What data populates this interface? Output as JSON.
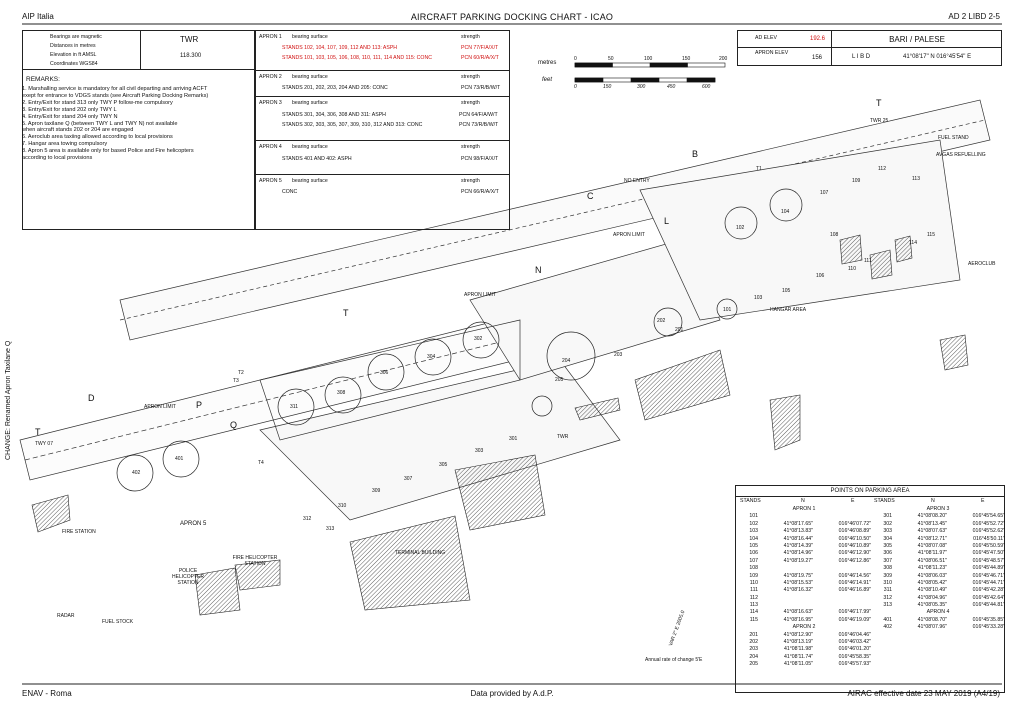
{
  "header": {
    "left": "AIP Italia",
    "title": "AIRCRAFT PARKING DOCKING CHART - ICAO",
    "right": "AD 2 LIBD 2-5"
  },
  "footer": {
    "left": "ENAV - Roma",
    "center": "Data provided by A.d.P.",
    "right": "AIRAC effective date 23 MAY 2019 (A4/19)"
  },
  "side_note": "CHANGE: Renamed Apron Taxilane Q",
  "info": {
    "lines": [
      "Bearings are magnetic",
      "Distances in metres",
      "Elevation in  ft  AMSL",
      "Coordinates WGS84"
    ],
    "twr_label": "TWR",
    "twr_freq": "118.300"
  },
  "remarks": {
    "title": "REMARKS:",
    "items": [
      "1. Marshalling service is mandatory for all civil departing and arriving ACFT",
      "    exept for entrance to VDGS stands (see Aircraft Parking Docking Remarks)",
      "2. Entry/Exit for stand 313 only TWY P follow-me compulsory",
      "3. Entry/Exit for stand 202 only TWY L",
      "4. Entry/Exit for stand 204 only TWY N",
      "5. Apron taxilane Q (between TWY L and TWY N) not available",
      "    when aircraft stands 202 or 204 are engaged",
      "6. Aeroclub area taxiing allowed according to local provisions",
      "7. Hangar area towing compulsory",
      "8. Apron 5 area is available only for based Police and Fire helicopters",
      "    according to local provisions"
    ]
  },
  "aprons": [
    {
      "name": "APRON 1",
      "surface": "bearing surface",
      "strength": "strength",
      "lines": [
        {
          "text": "STANDS 102, 104, 107, 109, 112 AND 113: ASPH",
          "pcn": "PCN 77/F/A/X/T",
          "red": true
        },
        {
          "text": "STANDS 101, 103, 105, 106, 108, 110, 111, 114 AND 115: CONC",
          "pcn": "PCN 60/R/A/X/T",
          "red": true
        }
      ]
    },
    {
      "name": "APRON 2",
      "surface": "bearing surface",
      "strength": "strength",
      "lines": [
        {
          "text": "STANDS 201, 202, 203, 204 AND 205: CONC",
          "pcn": "PCN 73/R/B/W/T",
          "red": false
        }
      ]
    },
    {
      "name": "APRON 3",
      "surface": "bearing surface",
      "strength": "strength",
      "lines": [
        {
          "text": "STANDS 301, 304, 306, 308 AND 311: ASPH",
          "pcn": "PCN  64/F/A/W/T",
          "red": false
        },
        {
          "text": "STANDS 302, 303, 305, 307, 309, 310, 312 AND 313: CONC",
          "pcn": "PCN  73/R/B/W/T",
          "red": false
        }
      ]
    },
    {
      "name": "APRON 4",
      "surface": "bearing surface",
      "strength": "strength",
      "lines": [
        {
          "text": "STANDS 401 AND 402: ASPH",
          "pcn": "PCN 98/F/A/X/T",
          "red": false
        }
      ]
    },
    {
      "name": "APRON 5",
      "surface": "bearing surface",
      "strength": "strength",
      "lines": [
        {
          "text": "CONC",
          "pcn": "PCN 66/R/A/X/T",
          "red": false
        }
      ]
    }
  ],
  "aerodrome": {
    "ad_elev_label": "AD ELEV",
    "ad_elev": "192.6",
    "apron_elev_label": "APRON ELEV",
    "apron_elev": "156",
    "name": "BARI / PALESE",
    "icao": "L I B D",
    "coords": "41°08'17\" N   016°45'54\" E"
  },
  "scale": {
    "metres_label": "metres",
    "feet_label": "feet",
    "metres_ticks": [
      "0",
      "50",
      "100",
      "150",
      "200"
    ],
    "feet_ticks": [
      "0",
      "150",
      "300",
      "450",
      "600"
    ]
  },
  "map_labels": {
    "letters": [
      "T",
      "T",
      "B",
      "C",
      "L",
      "N",
      "P",
      "D",
      "T",
      "Q"
    ],
    "twy_labels": [
      "TWR 25",
      "T1",
      "T2",
      "T3",
      "T4",
      "TWY 07"
    ],
    "areas": [
      "APRON LIMIT",
      "APRON LIMIT",
      "APRON LIMIT",
      "APRON 5",
      "FIRE STATION",
      "POLICE HELICOPTER STATION",
      "FIRE HELICOPTER STATION",
      "TERMINAL BUILDING",
      "RADAR",
      "FUEL STOCK",
      "FUEL STAND",
      "AVGAS REFUELLING",
      "AEROCLUB",
      "HANGAR AREA",
      "NO ENTRY",
      "TWR"
    ],
    "stands_apron1": [
      "101",
      "102",
      "103",
      "104",
      "105",
      "106",
      "107",
      "108",
      "109",
      "110",
      "111",
      "112",
      "113",
      "114",
      "115"
    ],
    "stands_apron2": [
      "201",
      "202",
      "203",
      "204",
      "205"
    ],
    "stands_apron3": [
      "301",
      "302",
      "303",
      "304",
      "305",
      "306",
      "307",
      "308",
      "309",
      "310",
      "311",
      "312",
      "313"
    ],
    "stands_apron4": [
      "401",
      "402"
    ],
    "var_note": "VAR 2° E  2005.0",
    "var_sub": "Annual rate of change 5'E"
  },
  "points": {
    "title": "POINTS ON PARKING AREA",
    "head": {
      "stands": "STANDS",
      "n": "N",
      "e": "E"
    },
    "left": [
      {
        "sub": "APRON 1"
      },
      {
        "s": "101",
        "n": "",
        "e": ""
      },
      {
        "s": "102",
        "n": "41°08'17.65\"",
        "e": "016°46'07.72\""
      },
      {
        "s": "103",
        "n": "41°08'13.83\"",
        "e": "016°46'08.89\""
      },
      {
        "s": "104",
        "n": "41°08'16.44\"",
        "e": "016°46'10.50\""
      },
      {
        "s": "105",
        "n": "41°08'14.39\"",
        "e": "016°46'10.89\""
      },
      {
        "s": "106",
        "n": "41°08'14.96\"",
        "e": "016°46'12.90\""
      },
      {
        "s": "107",
        "n": "41°08'19.27\"",
        "e": "016°46'12.86\""
      },
      {
        "s": "108",
        "n": "",
        "e": ""
      },
      {
        "s": "109",
        "n": "41°08'19.75\"",
        "e": "016°46'14.56\""
      },
      {
        "s": "110",
        "n": "41°08'15.53\"",
        "e": "016°46'14.91\""
      },
      {
        "s": "111",
        "n": "41°08'16.32\"",
        "e": "016°46'16.89\""
      },
      {
        "s": "112",
        "n": "",
        "e": ""
      },
      {
        "s": "113",
        "n": "",
        "e": ""
      },
      {
        "s": "114",
        "n": "41°08'16.63\"",
        "e": "016°46'17.99\""
      },
      {
        "s": "115",
        "n": "41°08'16.95\"",
        "e": "016°46'19.09\""
      },
      {
        "sub": "APRON 2"
      },
      {
        "s": "201",
        "n": "41°08'12.90\"",
        "e": "016°46'04.46\""
      },
      {
        "s": "202",
        "n": "41°08'13.19\"",
        "e": "016°46'03.42\""
      },
      {
        "s": "203",
        "n": "41°08'11.98\"",
        "e": "016°46'01.20\""
      },
      {
        "s": "204",
        "n": "41°08'11.74\"",
        "e": "016°45'58.35\""
      },
      {
        "s": "205",
        "n": "41°08'11.05\"",
        "e": "016°45'57.93\""
      }
    ],
    "right": [
      {
        "sub": "APRON 3"
      },
      {
        "s": "301",
        "n": "41°08'08.20\"",
        "e": "016°45'54.65\""
      },
      {
        "s": "302",
        "n": "41°08'13.45\"",
        "e": "016°45'52.72\""
      },
      {
        "s": "303",
        "n": "41°08'07.63\"",
        "e": "016°45'52.62\""
      },
      {
        "s": "304",
        "n": "41°08'12.71\"",
        "e": "016°45'50.11\""
      },
      {
        "s": "305",
        "n": "41°08'07.08\"",
        "e": "016°45'50.59\""
      },
      {
        "s": "306",
        "n": "41°08'11.97\"",
        "e": "016°45'47.50\""
      },
      {
        "s": "307",
        "n": "41°08'06.51\"",
        "e": "016°45'48.57\""
      },
      {
        "s": "308",
        "n": "41°08'11.23\"",
        "e": "016°45'44.89\""
      },
      {
        "s": "309",
        "n": "41°08'06.03\"",
        "e": "016°45'46.71\""
      },
      {
        "s": "310",
        "n": "41°08'05.42\"",
        "e": "016°45'44.71\""
      },
      {
        "s": "311",
        "n": "41°08'10.49\"",
        "e": "016°45'42.28\""
      },
      {
        "s": "312",
        "n": "41°08'04.96\"",
        "e": "016°45'42.64\""
      },
      {
        "s": "313",
        "n": "41°08'05.35\"",
        "e": "016°45'44.81\""
      },
      {
        "sub": "APRON 4"
      },
      {
        "s": "401",
        "n": "41°08'08.70\"",
        "e": "016°45'35.85\""
      },
      {
        "s": "402",
        "n": "41°08'07.96\"",
        "e": "016°45'33.28\""
      }
    ]
  }
}
